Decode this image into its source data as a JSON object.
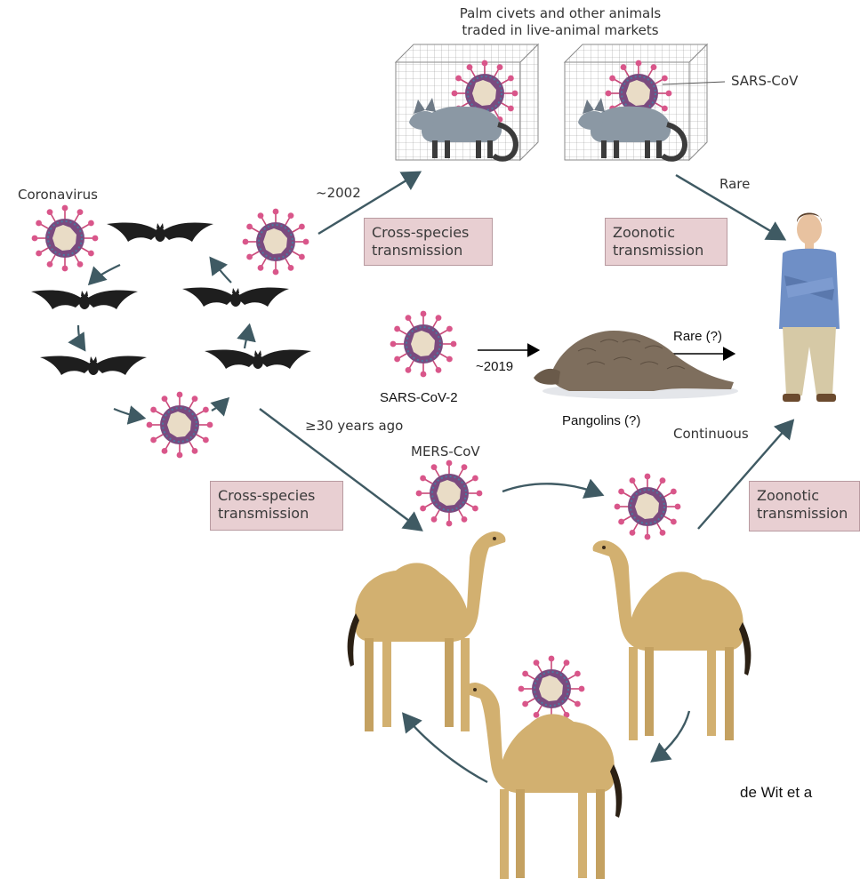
{
  "labels": {
    "civets_line1": "Palm civets and other animals",
    "civets_line2": "traded in live-animal markets",
    "sars_cov": "SARS-CoV",
    "coronavirus": "Coronavirus",
    "year_2002": "~2002",
    "rare": "Rare",
    "cross_species_top_1": "Cross-species",
    "cross_species_top_2": "transmission",
    "zoonotic_top_1": "Zoonotic",
    "zoonotic_top_2": "transmission",
    "rare_q": "Rare (?)",
    "year_2019": "~2019",
    "sars_cov_2": "SARS-CoV-2",
    "pangolins": "Pangolins (?)",
    "continuous": "Continuous",
    "years_30": "≥30 years ago",
    "mers_cov": "MERS-CoV",
    "cross_species_bottom_1": "Cross-species",
    "cross_species_bottom_2": "transmission",
    "zoonotic_bottom_1": "Zoonotic",
    "zoonotic_bottom_2": "transmission",
    "citation": "de Wit et a"
  },
  "colors": {
    "arrow": "#3f5a63",
    "box_fill": "#e8cfd2",
    "virus_spike": "#c94a7a",
    "virus_core": "#e9dcc6",
    "virus_shell": "#7a4a7f",
    "bat": "#1e1e1e",
    "camel": "#d2b070",
    "civet": "#8b98a4",
    "pangolin": "#7e6e5d",
    "human_shirt": "#6f8fc6",
    "human_pants": "#d6c9a6"
  }
}
